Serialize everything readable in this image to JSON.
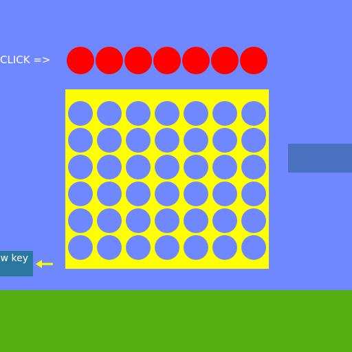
{
  "header": {
    "click_prompt": "CLICK =>"
  },
  "controls": {
    "new_key_label": "w key"
  },
  "board": {
    "columns": 7,
    "rows": 6,
    "drop_buttons": 7
  },
  "colors": {
    "background": "#7088ff",
    "board": "#ffff00",
    "drop_piece": "#ff0000",
    "empty_slot": "#7088ff",
    "ground": "#56ae12",
    "side_panel": "#4a70c0",
    "key_button": "#2a78a0",
    "arrow": "#ffff00"
  },
  "icons": {
    "arrow": "arrow-left-icon"
  }
}
